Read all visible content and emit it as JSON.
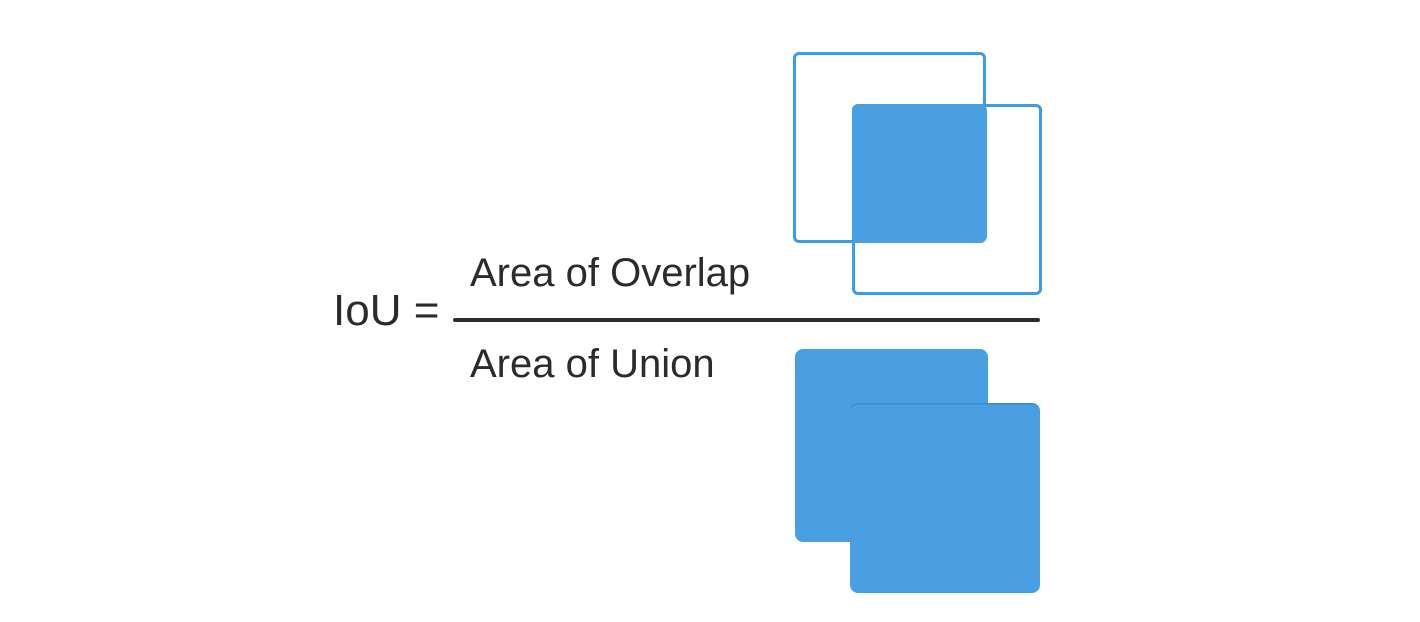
{
  "formula": {
    "lhs": "IoU =",
    "numerator": "Area of Overlap",
    "denominator": "Area of Union"
  },
  "diagrams": {
    "intersection": {
      "name": "area-of-overlap-illustration",
      "shapes": [
        "bounding-box-outline-a",
        "bounding-box-outline-b",
        "intersection-filled-region"
      ]
    },
    "union": {
      "name": "area-of-union-illustration",
      "shapes": [
        "union-filled-box-a",
        "union-filled-box-b"
      ]
    }
  },
  "colors": {
    "fill_blue": "#4A9EE2",
    "stroke_blue": "#3D9CE8",
    "text": "#2B2B2B",
    "background": "#FFFFFF"
  }
}
